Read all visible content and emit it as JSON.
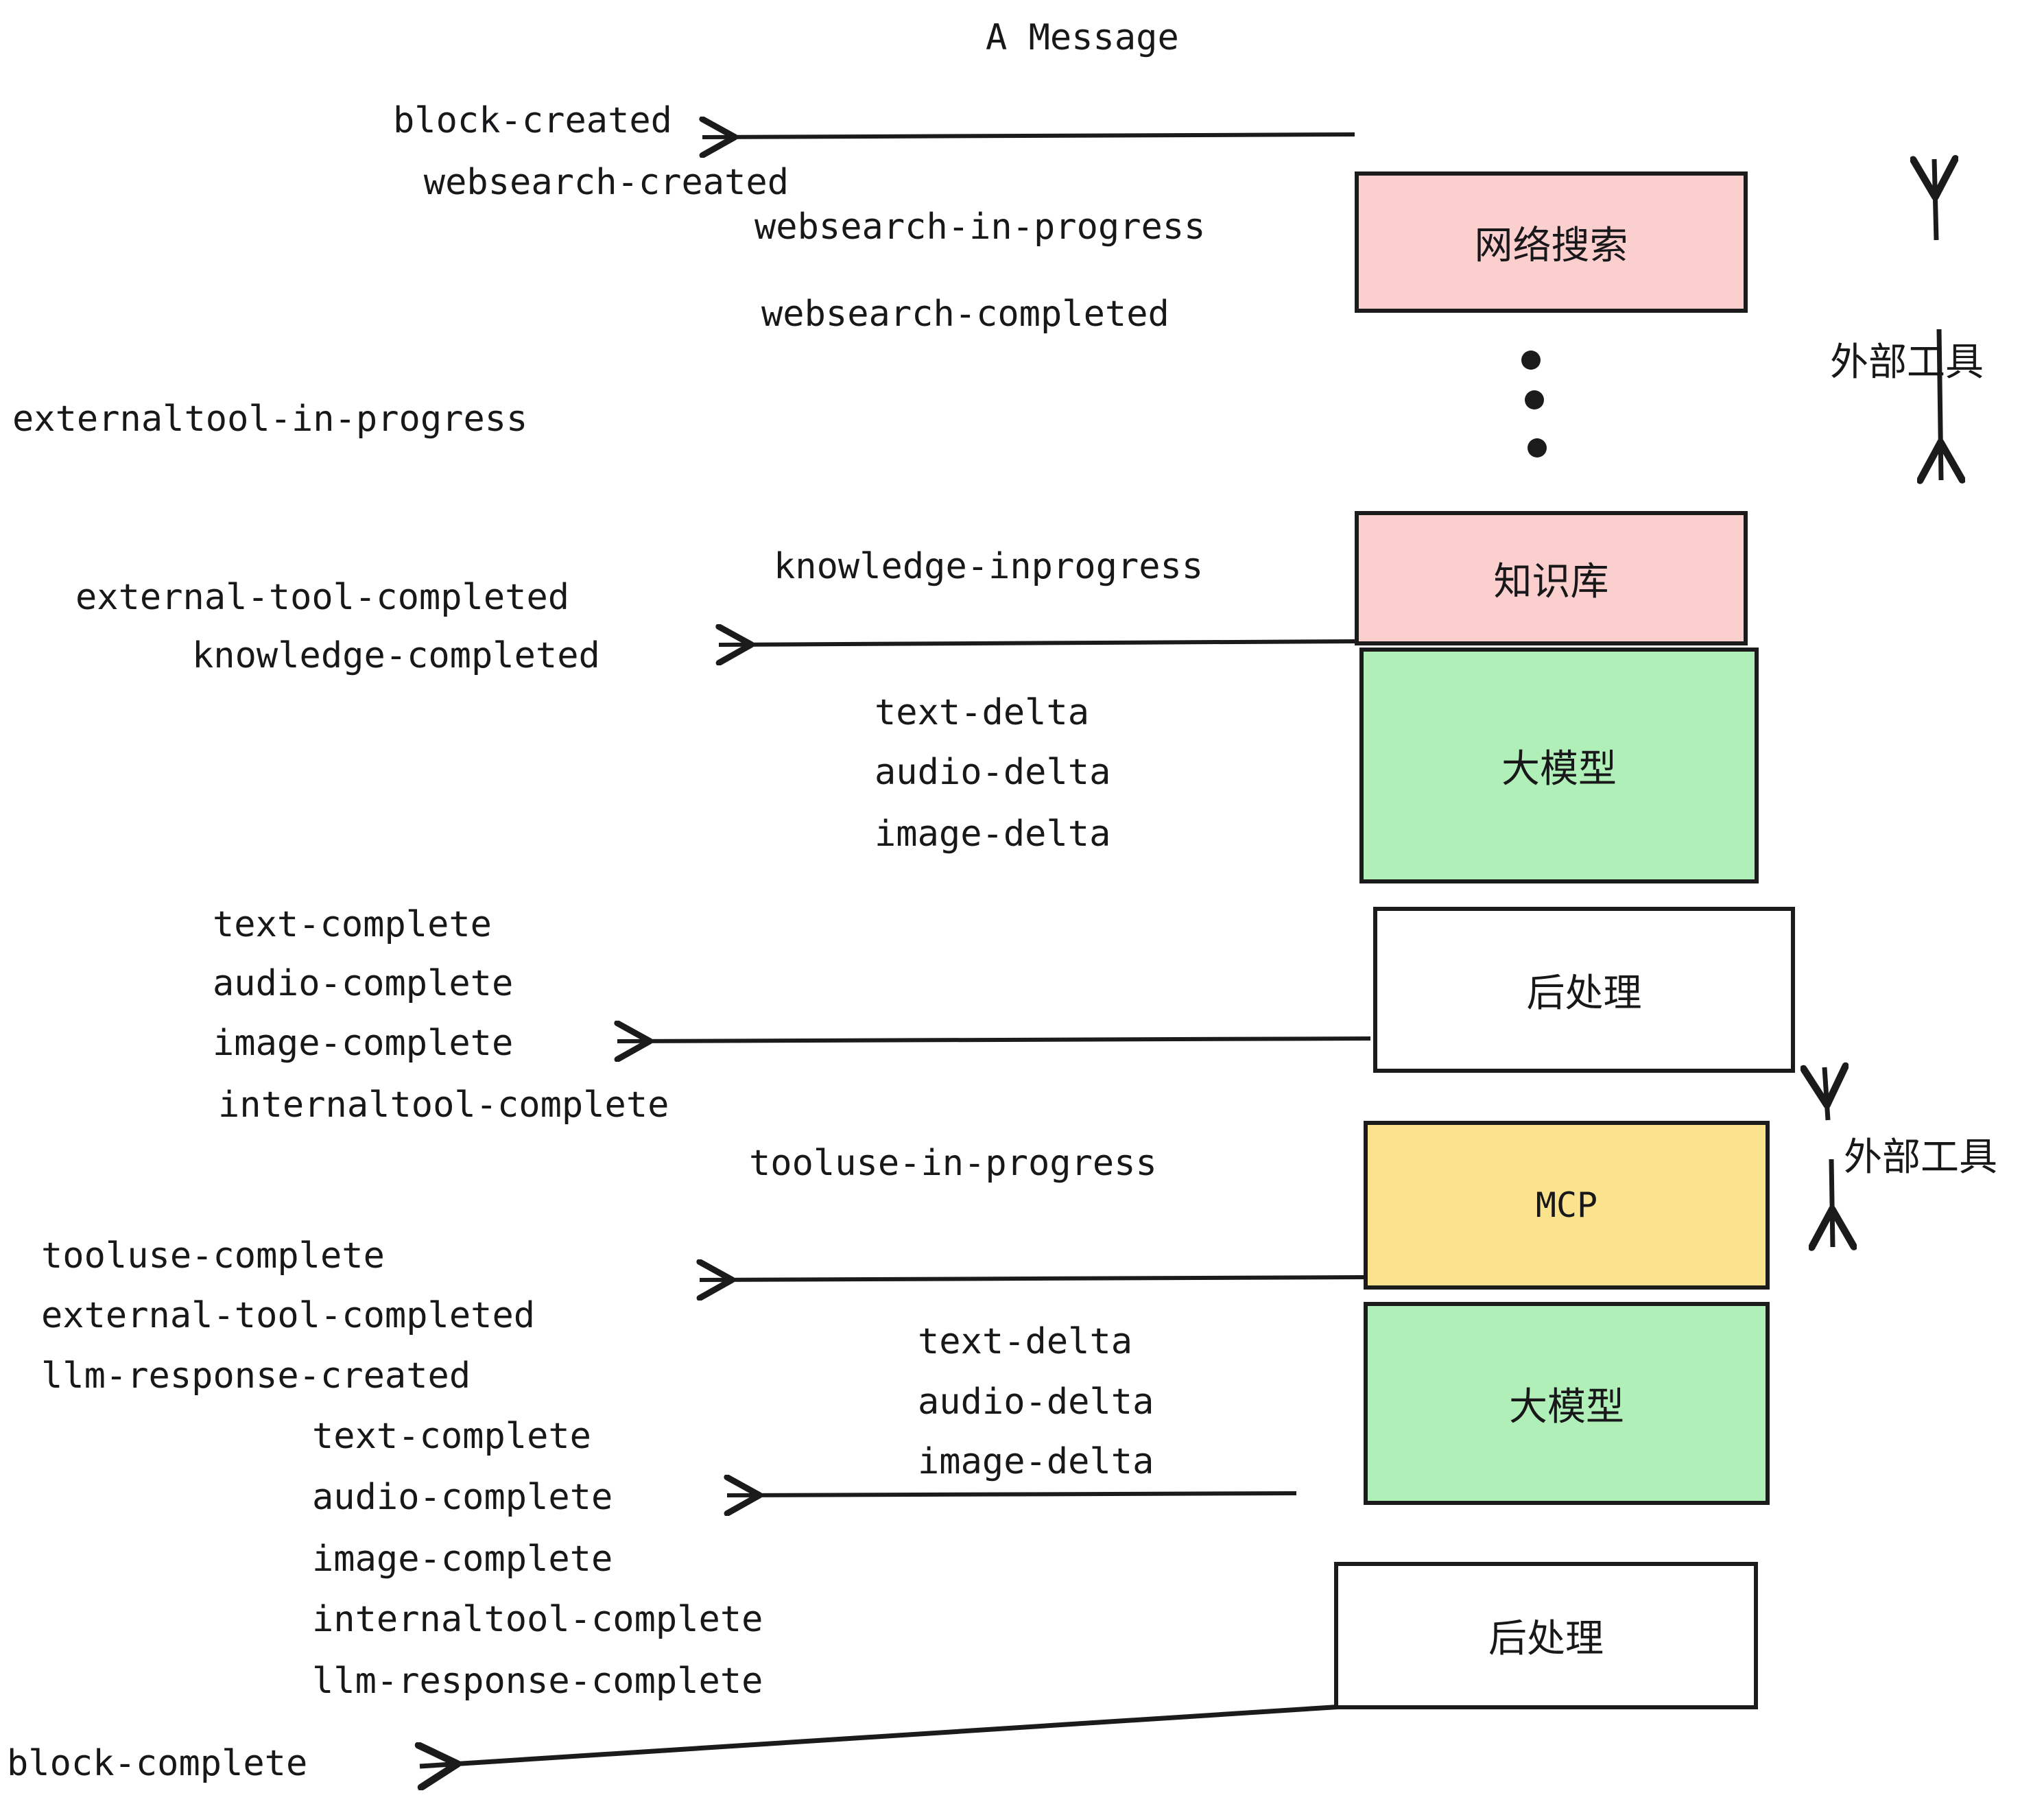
{
  "diagram": {
    "title": "A Message",
    "colors": {
      "external_tool_fill": "#fccfcf",
      "llm_fill": "#b0f0b8",
      "mcp_fill": "#fbe38d",
      "postprocess_fill": "#ffffff",
      "stroke": "#1b1b1b",
      "text": "#18181b",
      "background": "#ffffff"
    },
    "nodes": [
      {
        "id": "websearch",
        "label": "网络搜索",
        "fill": "external_tool_fill"
      },
      {
        "id": "knowledge",
        "label": "知识库",
        "fill": "external_tool_fill"
      },
      {
        "id": "llm-top",
        "label": "大模型",
        "fill": "llm_fill"
      },
      {
        "id": "post-top",
        "label": "后处理",
        "fill": "postprocess_fill"
      },
      {
        "id": "mcp",
        "label": "MCP",
        "fill": "mcp_fill"
      },
      {
        "id": "llm-bottom",
        "label": "大模型",
        "fill": "llm_fill"
      },
      {
        "id": "post-bottom",
        "label": "后处理",
        "fill": "postprocess_fill"
      }
    ],
    "side_labels": [
      {
        "id": "external-tool-top",
        "label": "外部工具"
      },
      {
        "id": "external-tool-bottom",
        "label": "外部工具"
      }
    ],
    "ellipsis_dots": 3,
    "events": {
      "block_created": "block-created",
      "websearch_created": "websearch-created",
      "websearch_in_progress": "websearch-in-progress",
      "websearch_completed": "websearch-completed",
      "externaltool_in_progress": "externaltool-in-progress",
      "knowledge_inprogress": "knowledge-inprogress",
      "external_tool_completed_1": "external-tool-completed",
      "knowledge_completed": "knowledge-completed",
      "text_delta_1": "text-delta",
      "audio_delta_1": "audio-delta",
      "image_delta_1": "image-delta",
      "text_complete_1": "text-complete",
      "audio_complete_1": "audio-complete",
      "image_complete_1": "image-complete",
      "internaltool_complete_1": "internaltool-complete",
      "tooluse_in_progress": "tooluse-in-progress",
      "tooluse_complete": "tooluse-complete",
      "external_tool_completed_2": "external-tool-completed",
      "llm_response_created": "llm-response-created",
      "text_delta_2": "text-delta",
      "audio_delta_2": "audio-delta",
      "image_delta_2": "image-delta",
      "text_complete_2": "text-complete",
      "audio_complete_2": "audio-complete",
      "image_complete_2": "image-complete",
      "internaltool_complete_2": "internaltool-complete",
      "llm_response_complete": "llm-response-complete",
      "block_complete": "block-complete"
    }
  }
}
